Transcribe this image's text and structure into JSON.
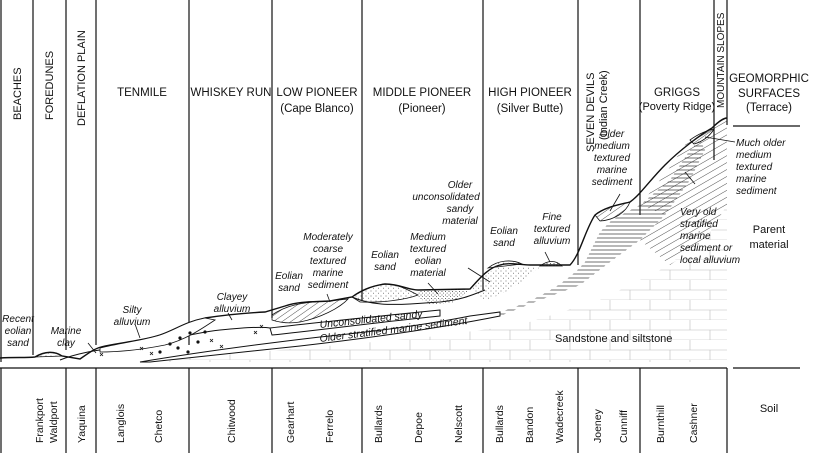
{
  "surfaces": {
    "beaches": "BEACHES",
    "foredunes": "FOREDUNES",
    "deflation_plain": "DEFLATION PLAIN",
    "tenmile": "TENMILE",
    "whiskey_run": "WHISKEY RUN",
    "low_pioneer": "LOW PIONEER",
    "low_pioneer_alt": "(Cape Blanco)",
    "middle_pioneer": "MIDDLE PIONEER",
    "middle_pioneer_alt": "(Pioneer)",
    "high_pioneer": "HIGH PIONEER",
    "high_pioneer_alt": "(Silver Butte)",
    "seven_devils": "SEVEN DEVILS",
    "seven_devils_alt": "(Indian Creek)",
    "griggs": "GRIGGS",
    "griggs_alt": "(Poverty Ridge)",
    "mountain_slopes": "MOUNTAIN SLOPES",
    "geomorphic": "GEOMORPHIC",
    "geomorphic_2": "SURFACES",
    "geomorphic_3": "(Terrace)"
  },
  "side_labels": {
    "parent_1": "Parent",
    "parent_2": "material",
    "soil": "Soil"
  },
  "annotations": {
    "recent_eolian_1": "Recent",
    "recent_eolian_2": "eolian",
    "recent_eolian_3": "sand",
    "marine_clay_1": "Marine",
    "marine_clay_2": "clay",
    "silty_alluvium_1": "Silty",
    "silty_alluvium_2": "alluvium",
    "clayey_alluvium_1": "Clayey",
    "clayey_alluvium_2": "alluvium",
    "eolian_sand_low_1": "Eolian",
    "eolian_sand_low_2": "sand",
    "mod_coarse_1": "Moderately",
    "mod_coarse_2": "coarse",
    "mod_coarse_3": "textured",
    "mod_coarse_4": "marine",
    "mod_coarse_5": "sediment",
    "eolian_sand_mid_1": "Eolian",
    "eolian_sand_mid_2": "sand",
    "medium_eolian_1": "Medium",
    "medium_eolian_2": "textured",
    "medium_eolian_3": "eolian",
    "medium_eolian_4": "material",
    "older_unconsol_1": "Older",
    "older_unconsol_2": "unconsolidated",
    "older_unconsol_3": "sandy",
    "older_unconsol_4": "material",
    "eolian_sand_high_1": "Eolian",
    "eolian_sand_high_2": "sand",
    "fine_textured_1": "Fine",
    "fine_textured_2": "textured",
    "fine_textured_3": "alluvium",
    "older_medium_1": "Older",
    "older_medium_2": "medium",
    "older_medium_3": "textured",
    "older_medium_4": "marine",
    "older_medium_5": "sediment",
    "much_older_1": "Much older",
    "much_older_2": "medium",
    "much_older_3": "textured",
    "much_older_4": "marine",
    "much_older_5": "sediment",
    "very_old_1": "Very old",
    "very_old_2": "stratified",
    "very_old_3": "marine",
    "very_old_4": "sediment or",
    "very_old_5": "local alluvium",
    "unconsolidated_sandy": "Unconsolidated sandy",
    "older_stratified": "Older stratified marine sediment",
    "sandstone": "Sandstone and siltstone"
  },
  "soils": [
    "Frankport",
    "Waldport",
    "Yaquina",
    "Langlois",
    "Chetco",
    "Chitwood",
    "Gearhart",
    "Ferrelo",
    "Bullards",
    "Depoe",
    "Nelscott",
    "Bullards",
    "Bandon",
    "Wadecreek",
    "Joeney",
    "Cunniff",
    "Burnthill",
    "Cashner"
  ]
}
